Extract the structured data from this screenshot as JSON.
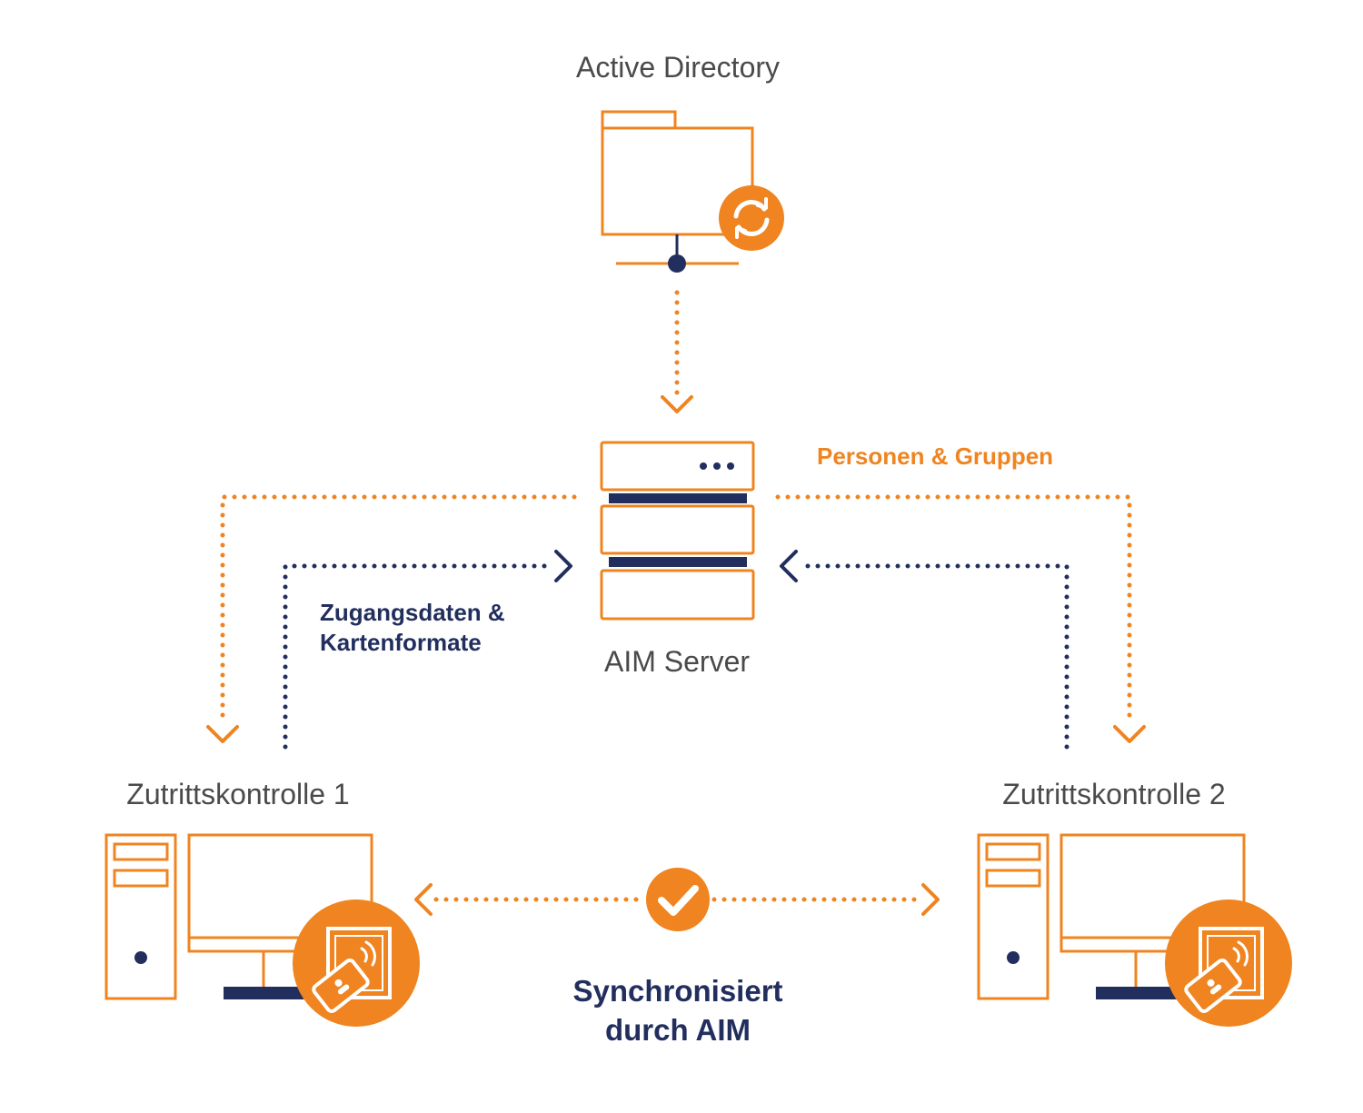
{
  "colors": {
    "accent": "#ef8420",
    "navy": "#222f5e",
    "text": "#4a4a4a",
    "background": "#ffffff"
  },
  "nodes": {
    "active_directory": {
      "title": "Active Directory",
      "icon": "folder-sync-icon"
    },
    "aim_server": {
      "title": "AIM Server",
      "icon": "server-stack-icon"
    },
    "access_control_1": {
      "title": "Zutrittskontrolle 1",
      "icon": "computer-card-reader-icon"
    },
    "access_control_2": {
      "title": "Zutrittskontrolle 2",
      "icon": "computer-card-reader-icon"
    }
  },
  "flows": {
    "persons_groups": {
      "label": "Personen & Gruppen"
    },
    "credentials": {
      "line1": "Zugangsdaten &",
      "line2": "Kartenformate"
    },
    "sync": {
      "line1": "Synchronisiert",
      "line2": "durch AIM",
      "icon": "checkmark-icon"
    }
  }
}
